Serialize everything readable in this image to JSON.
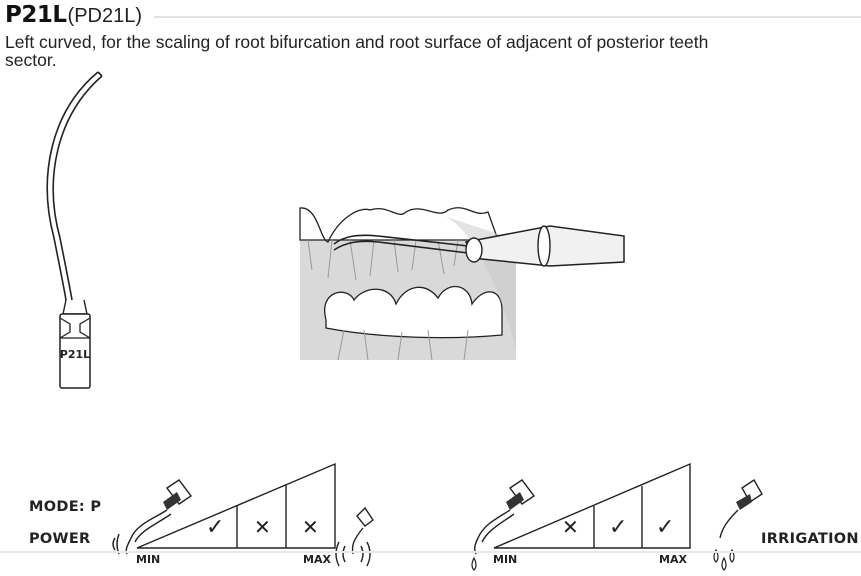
{
  "product": {
    "code": "P21L",
    "alt_code": "(PD21L)",
    "description": "Left curved, for the scaling of root bifurcation and root surface of adjacent of posterior teeth sector.",
    "tip_engraving": "P21L"
  },
  "settings": {
    "mode_label": "MODE: P",
    "power_label": "POWER",
    "irrigation_label": "IRRIGATION",
    "power_scale": {
      "min_label": "MIN",
      "max_label": "MAX",
      "levels": [
        {
          "symbol": "✓",
          "state": "allowed"
        },
        {
          "symbol": "✕",
          "state": "not-allowed"
        },
        {
          "symbol": "✕",
          "state": "not-allowed"
        }
      ]
    },
    "irrigation_scale": {
      "min_label": "MIN",
      "max_label": "MAX",
      "levels": [
        {
          "symbol": "✕",
          "state": "not-allowed"
        },
        {
          "symbol": "✓",
          "state": "allowed"
        },
        {
          "symbol": "✓",
          "state": "allowed"
        }
      ]
    }
  },
  "colors": {
    "text": "#1a1a1a",
    "rule": "#e2e2e2",
    "gum_gray": "#d6d6d6"
  },
  "icons": [
    "curved-tip-icon",
    "dental-scene-illustration",
    "handpiece-icon",
    "vibration-icon",
    "water-drop-icon"
  ]
}
